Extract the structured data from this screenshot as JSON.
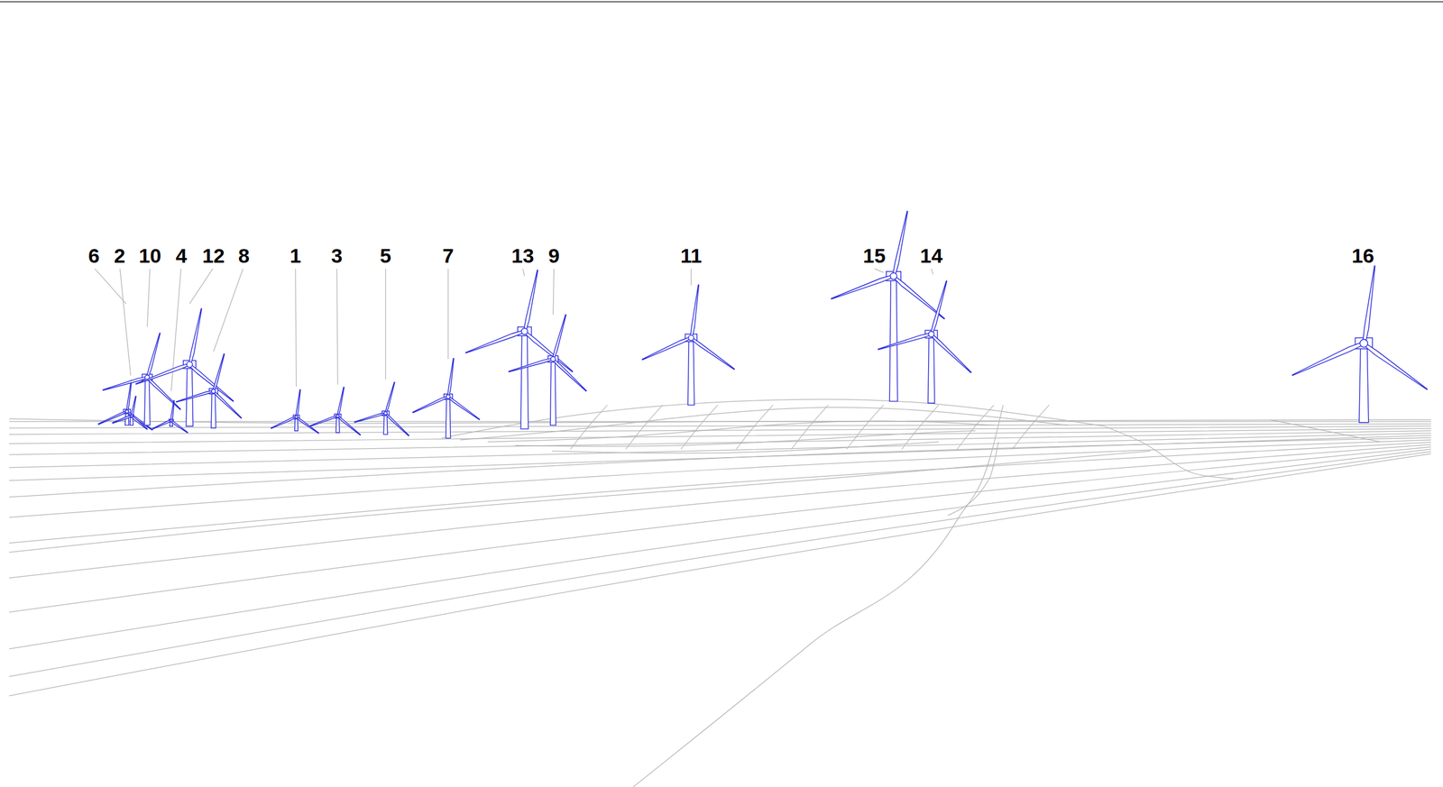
{
  "diagram": {
    "labels": [
      "6",
      "2",
      "10",
      "4",
      "12",
      "8",
      "1",
      "3",
      "5",
      "7",
      "13",
      "9",
      "11",
      "15",
      "14",
      "16"
    ]
  }
}
